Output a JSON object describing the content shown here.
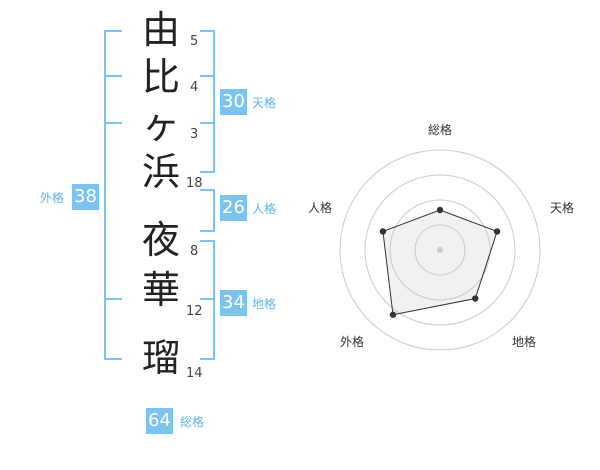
{
  "name_chars": [
    "由",
    "比",
    "ヶ",
    "浜",
    "夜",
    "華",
    "瑠"
  ],
  "strokes": [
    "5",
    "4",
    "3",
    "18",
    "8",
    "12",
    "14"
  ],
  "grades": {
    "tenkaku": {
      "value": "30",
      "label": "天格"
    },
    "jinkaku": {
      "value": "26",
      "label": "人格"
    },
    "chikaku": {
      "value": "34",
      "label": "地格"
    },
    "gaikaku": {
      "value": "38",
      "label": "外格"
    },
    "soukaku": {
      "value": "64",
      "label": "総格"
    }
  },
  "chart_data": {
    "type": "radar",
    "axes": [
      "総格",
      "天格",
      "地格",
      "外格",
      "人格"
    ],
    "values": [
      2,
      3,
      3,
      4,
      3
    ],
    "max": 5,
    "rings": 4
  }
}
